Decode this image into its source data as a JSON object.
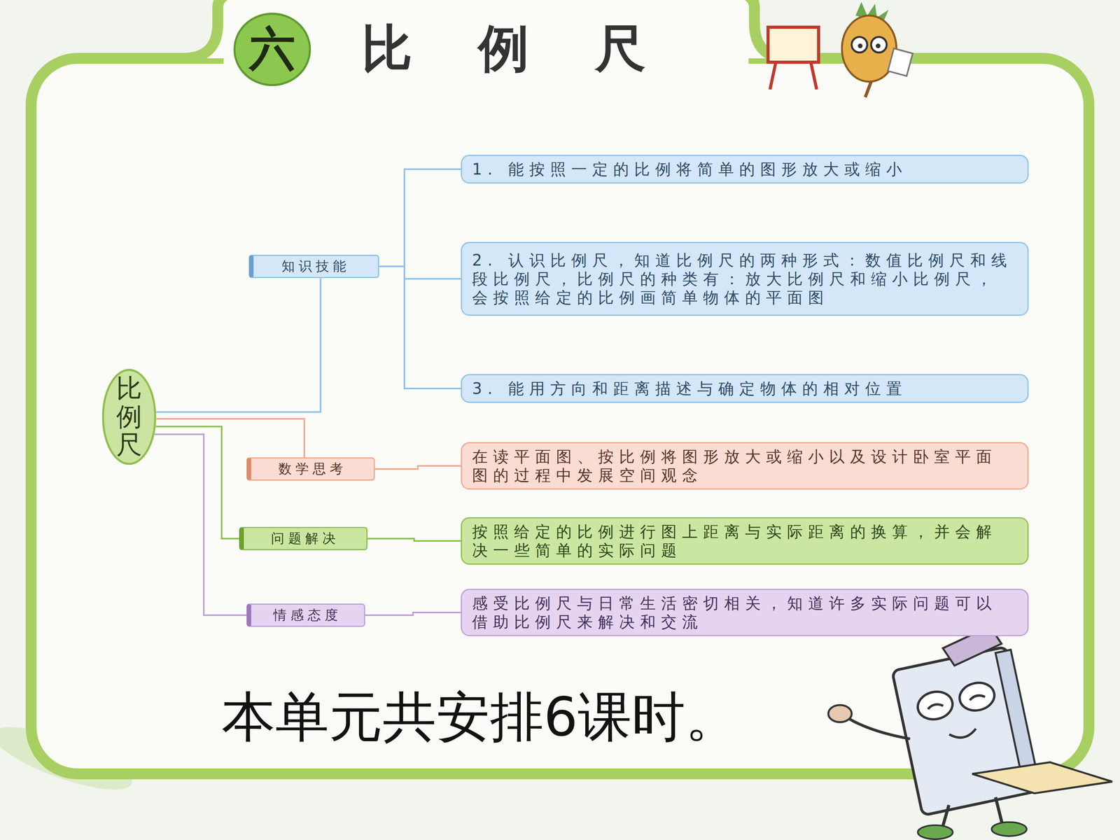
{
  "diagram": {
    "title": "比例尺",
    "nodes": [
      {
        "text": [
          "六"
        ]
      },
      {
        "text": [
          "比例尺"
        ]
      },
      {
        "text": [
          "知识技能"
        ]
      },
      {
        "text": [
          "1. 能按照一定的比例将简单的图形放大或缩小"
        ]
      },
      {
        "text": [
          "2. 认识比例尺，知道比例尺的两种形式：数值比例尺和线段比例尺，比例尺的种类有：放大比例尺和缩小比例尺，会按照给定的比例画简单物体的平面图"
        ]
      },
      {
        "text": [
          "3. 能用方向和距离描述与确定物体的相对位置"
        ]
      },
      {
        "text": [
          "数学思考"
        ]
      },
      {
        "text": [
          "在读平面图、按比例将图形放大或缩小以及设计卧室平面图的过程中发展空间观念"
        ]
      },
      {
        "text": [
          "问题解决"
        ]
      },
      {
        "text": [
          "按照给定的比例进行图上距离与实际距离的换算，并会解决一些简单的实际问题"
        ]
      },
      {
        "text": [
          "情感态度"
        ]
      },
      {
        "text": [
          "感受比例尺与日常生活密切相关，知道许多实际问题可以借助比例尺来解决和交流"
        ]
      }
    ],
    "edges": [
      {
        "from": 1,
        "to": 2,
        "arrow": "none"
      },
      {
        "from": 2,
        "to": 3,
        "arrow": "none"
      },
      {
        "from": 2,
        "to": 4,
        "arrow": "none"
      },
      {
        "from": 2,
        "to": 5,
        "arrow": "none"
      },
      {
        "from": 1,
        "to": 6,
        "arrow": "none"
      },
      {
        "from": 6,
        "to": 7,
        "arrow": "none"
      },
      {
        "from": 1,
        "to": 8,
        "arrow": "none"
      },
      {
        "from": 8,
        "to": 9,
        "arrow": "none"
      },
      {
        "from": 1,
        "to": 10,
        "arrow": "none"
      },
      {
        "from": 10,
        "to": 11,
        "arrow": "none"
      }
    ],
    "labels": [
      "本单元共安排6课时。"
    ]
  }
}
